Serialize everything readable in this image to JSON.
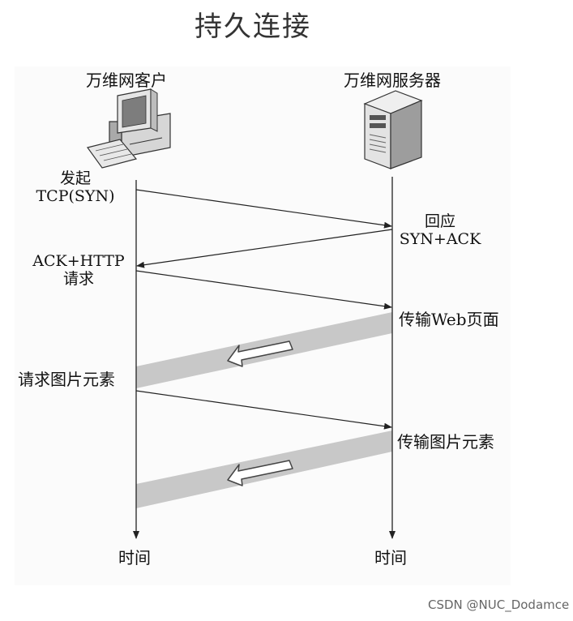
{
  "title": "持久连接",
  "client": {
    "label": "万维网客户",
    "icon": "desktop-computer-icon"
  },
  "server": {
    "label": "万维网服务器",
    "icon": "server-tower-icon"
  },
  "steps": {
    "client_syn": [
      "发起",
      "TCP(SYN)"
    ],
    "server_syn_ack": [
      "回应",
      "SYN+ACK"
    ],
    "client_ack_http": [
      "ACK+HTTP",
      "请求"
    ],
    "server_send_page": "传输Web页面",
    "client_request_images": "请求图片元素",
    "server_send_images": "传输图片元素"
  },
  "time_axis": {
    "client": "时间",
    "server": "时间"
  },
  "watermark": "CSDN @NUC_Dodamce"
}
